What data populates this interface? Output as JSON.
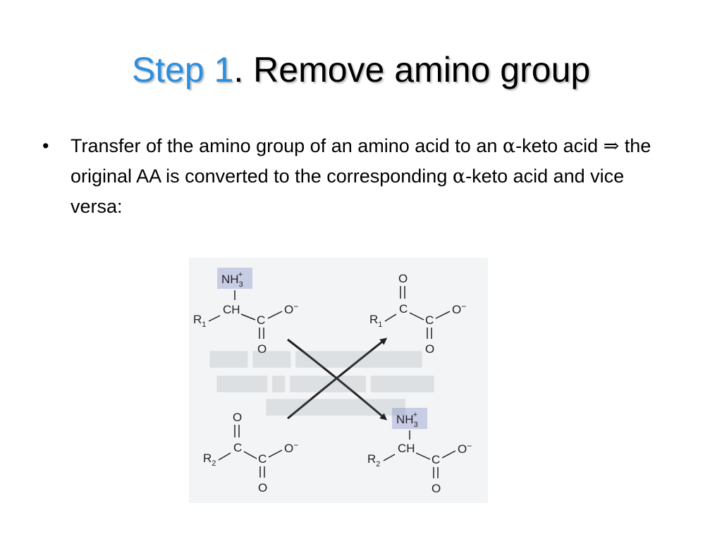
{
  "title": {
    "step": "Step 1",
    "rest": ". Remove amino group"
  },
  "bullet": {
    "marker": "•",
    "part1": "Transfer of the amino group of an amino acid to an ",
    "alpha1": "α",
    "part2": "-keto acid ",
    "implies": "⇒",
    "part3": " the original AA is converted to the corresponding ",
    "alpha2": "α",
    "part4": "-keto acid and vice versa:"
  },
  "figure": {
    "nh3": "NH",
    "nh3_sub": "3",
    "nh3_sup": "+",
    "ch": "CH",
    "c": "C",
    "o": "O",
    "o_minus": "O",
    "minus": "−",
    "r": "R",
    "r1_sub": "1",
    "r2_sub": "2",
    "highlight_color": "#c8cde6"
  }
}
